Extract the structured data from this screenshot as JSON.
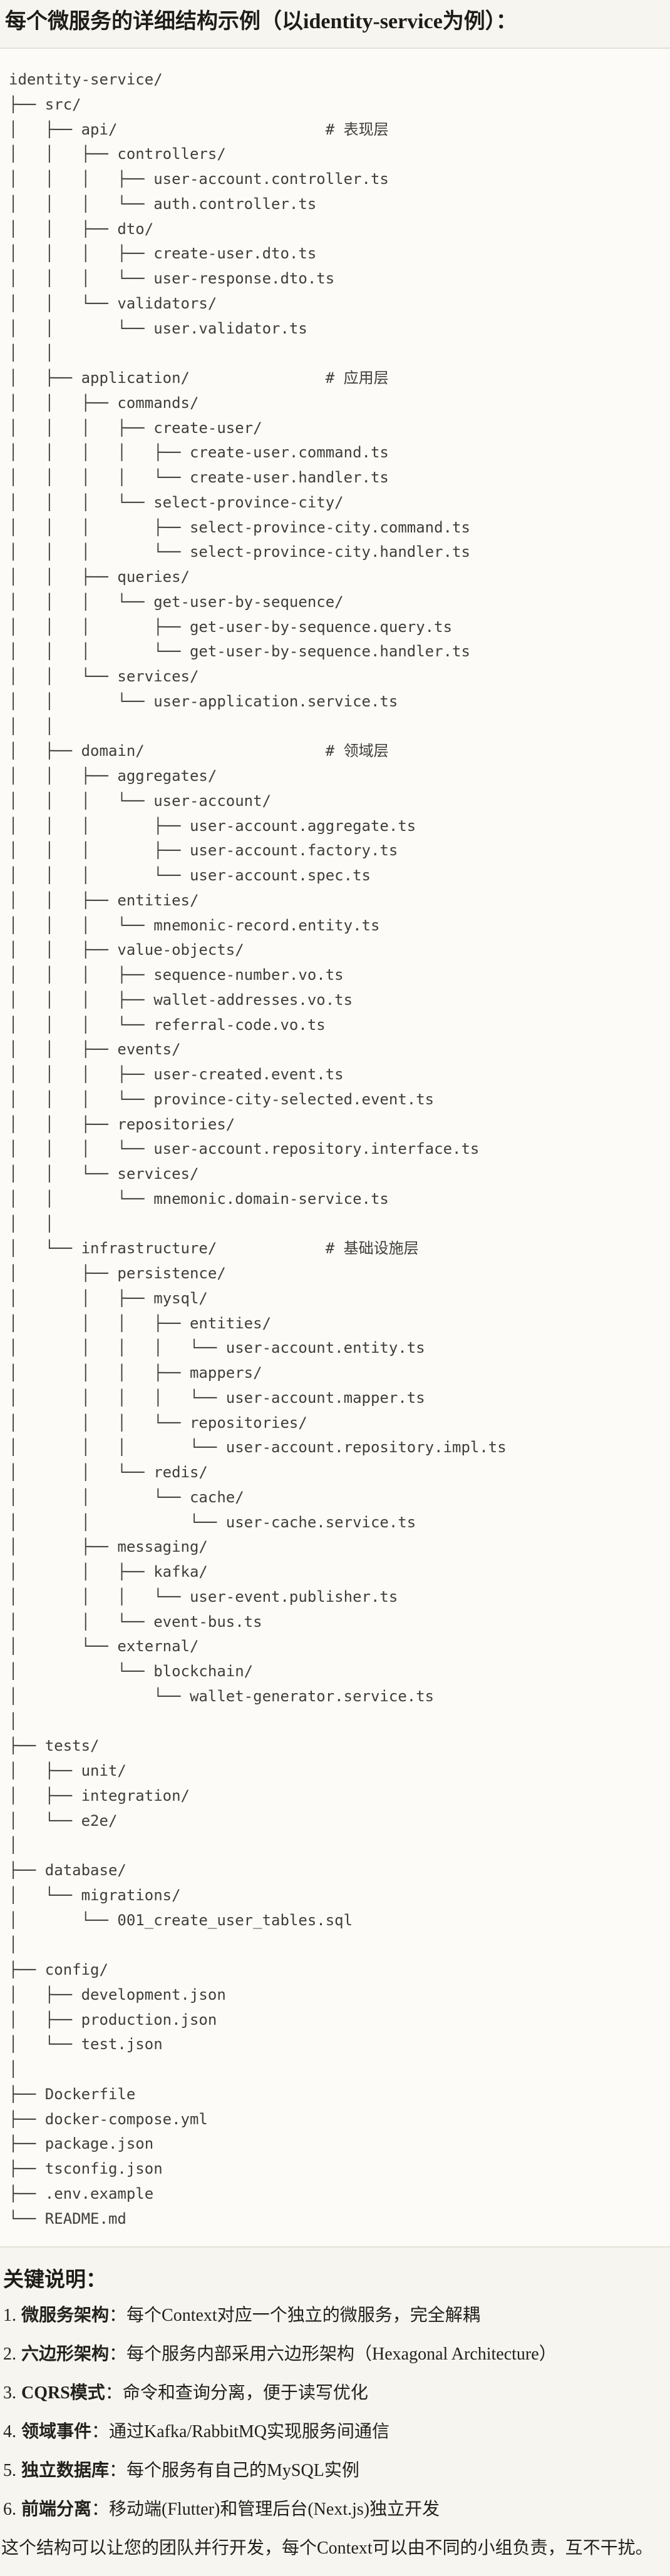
{
  "header": {
    "title": "每个微服务的详细结构示例（以identity-service为例）："
  },
  "tree": {
    "root": "identity-service/",
    "layer_comments": [
      "# 表现层",
      "# 应用层",
      "# 领域层",
      "# 基础设施层"
    ],
    "lines": [
      "identity-service/",
      "├── src/",
      "│   ├── api/                       # 表现层",
      "│   │   ├── controllers/",
      "│   │   │   ├── user-account.controller.ts",
      "│   │   │   └── auth.controller.ts",
      "│   │   ├── dto/",
      "│   │   │   ├── create-user.dto.ts",
      "│   │   │   └── user-response.dto.ts",
      "│   │   └── validators/",
      "│   │       └── user.validator.ts",
      "│   │",
      "│   ├── application/               # 应用层",
      "│   │   ├── commands/",
      "│   │   │   ├── create-user/",
      "│   │   │   │   ├── create-user.command.ts",
      "│   │   │   │   └── create-user.handler.ts",
      "│   │   │   └── select-province-city/",
      "│   │   │       ├── select-province-city.command.ts",
      "│   │   │       └── select-province-city.handler.ts",
      "│   │   ├── queries/",
      "│   │   │   └── get-user-by-sequence/",
      "│   │   │       ├── get-user-by-sequence.query.ts",
      "│   │   │       └── get-user-by-sequence.handler.ts",
      "│   │   └── services/",
      "│   │       └── user-application.service.ts",
      "│   │",
      "│   ├── domain/                    # 领域层",
      "│   │   ├── aggregates/",
      "│   │   │   └── user-account/",
      "│   │   │       ├── user-account.aggregate.ts",
      "│   │   │       ├── user-account.factory.ts",
      "│   │   │       └── user-account.spec.ts",
      "│   │   ├── entities/",
      "│   │   │   └── mnemonic-record.entity.ts",
      "│   │   ├── value-objects/",
      "│   │   │   ├── sequence-number.vo.ts",
      "│   │   │   ├── wallet-addresses.vo.ts",
      "│   │   │   └── referral-code.vo.ts",
      "│   │   ├── events/",
      "│   │   │   ├── user-created.event.ts",
      "│   │   │   └── province-city-selected.event.ts",
      "│   │   ├── repositories/",
      "│   │   │   └── user-account.repository.interface.ts",
      "│   │   └── services/",
      "│   │       └── mnemonic.domain-service.ts",
      "│   │",
      "│   └── infrastructure/            # 基础设施层",
      "│       ├── persistence/",
      "│       │   ├── mysql/",
      "│       │   │   ├── entities/",
      "│       │   │   │   └── user-account.entity.ts",
      "│       │   │   ├── mappers/",
      "│       │   │   │   └── user-account.mapper.ts",
      "│       │   │   └── repositories/",
      "│       │   │       └── user-account.repository.impl.ts",
      "│       │   └── redis/",
      "│       │       └── cache/",
      "│       │           └── user-cache.service.ts",
      "│       ├── messaging/",
      "│       │   ├── kafka/",
      "│       │   │   └── user-event.publisher.ts",
      "│       │   └── event-bus.ts",
      "│       └── external/",
      "│           └── blockchain/",
      "│               └── wallet-generator.service.ts",
      "│",
      "├── tests/",
      "│   ├── unit/",
      "│   ├── integration/",
      "│   └── e2e/",
      "│",
      "├── database/",
      "│   └── migrations/",
      "│       └── 001_create_user_tables.sql",
      "│",
      "├── config/",
      "│   ├── development.json",
      "│   ├── production.json",
      "│   └── test.json",
      "│",
      "├── Dockerfile",
      "├── docker-compose.yml",
      "├── package.json",
      "├── tsconfig.json",
      "├── .env.example",
      "└── README.md"
    ]
  },
  "notes": {
    "title": "关键说明：",
    "colon": "：",
    "items": [
      {
        "num": "1.",
        "label": "微服务架构",
        "text": "每个Context对应一个独立的微服务，完全解耦"
      },
      {
        "num": "2.",
        "label": "六边形架构",
        "text": "每个服务内部采用六边形架构（Hexagonal Architecture）"
      },
      {
        "num": "3.",
        "label": "CQRS模式",
        "text": "命令和查询分离，便于读写优化"
      },
      {
        "num": "4.",
        "label": "领域事件",
        "text": "通过Kafka/RabbitMQ实现服务间通信"
      },
      {
        "num": "5.",
        "label": "独立数据库",
        "text": "每个服务有自己的MySQL实例"
      },
      {
        "num": "6.",
        "label": "前端分离",
        "text": "移动端(Flutter)和管理后台(Next.js)独立开发"
      }
    ]
  },
  "closing": "这个结构可以让您的团队并行开发，每个Context可以由不同的小组负责，互不干扰。",
  "colors": {
    "page_bg": "#F6F5EF",
    "code_bg": "#FCFBF8",
    "border": "#E3E1D9",
    "heading_text": "#1D1C18",
    "body_text": "#22211C",
    "code_text": "#3F3E39"
  }
}
